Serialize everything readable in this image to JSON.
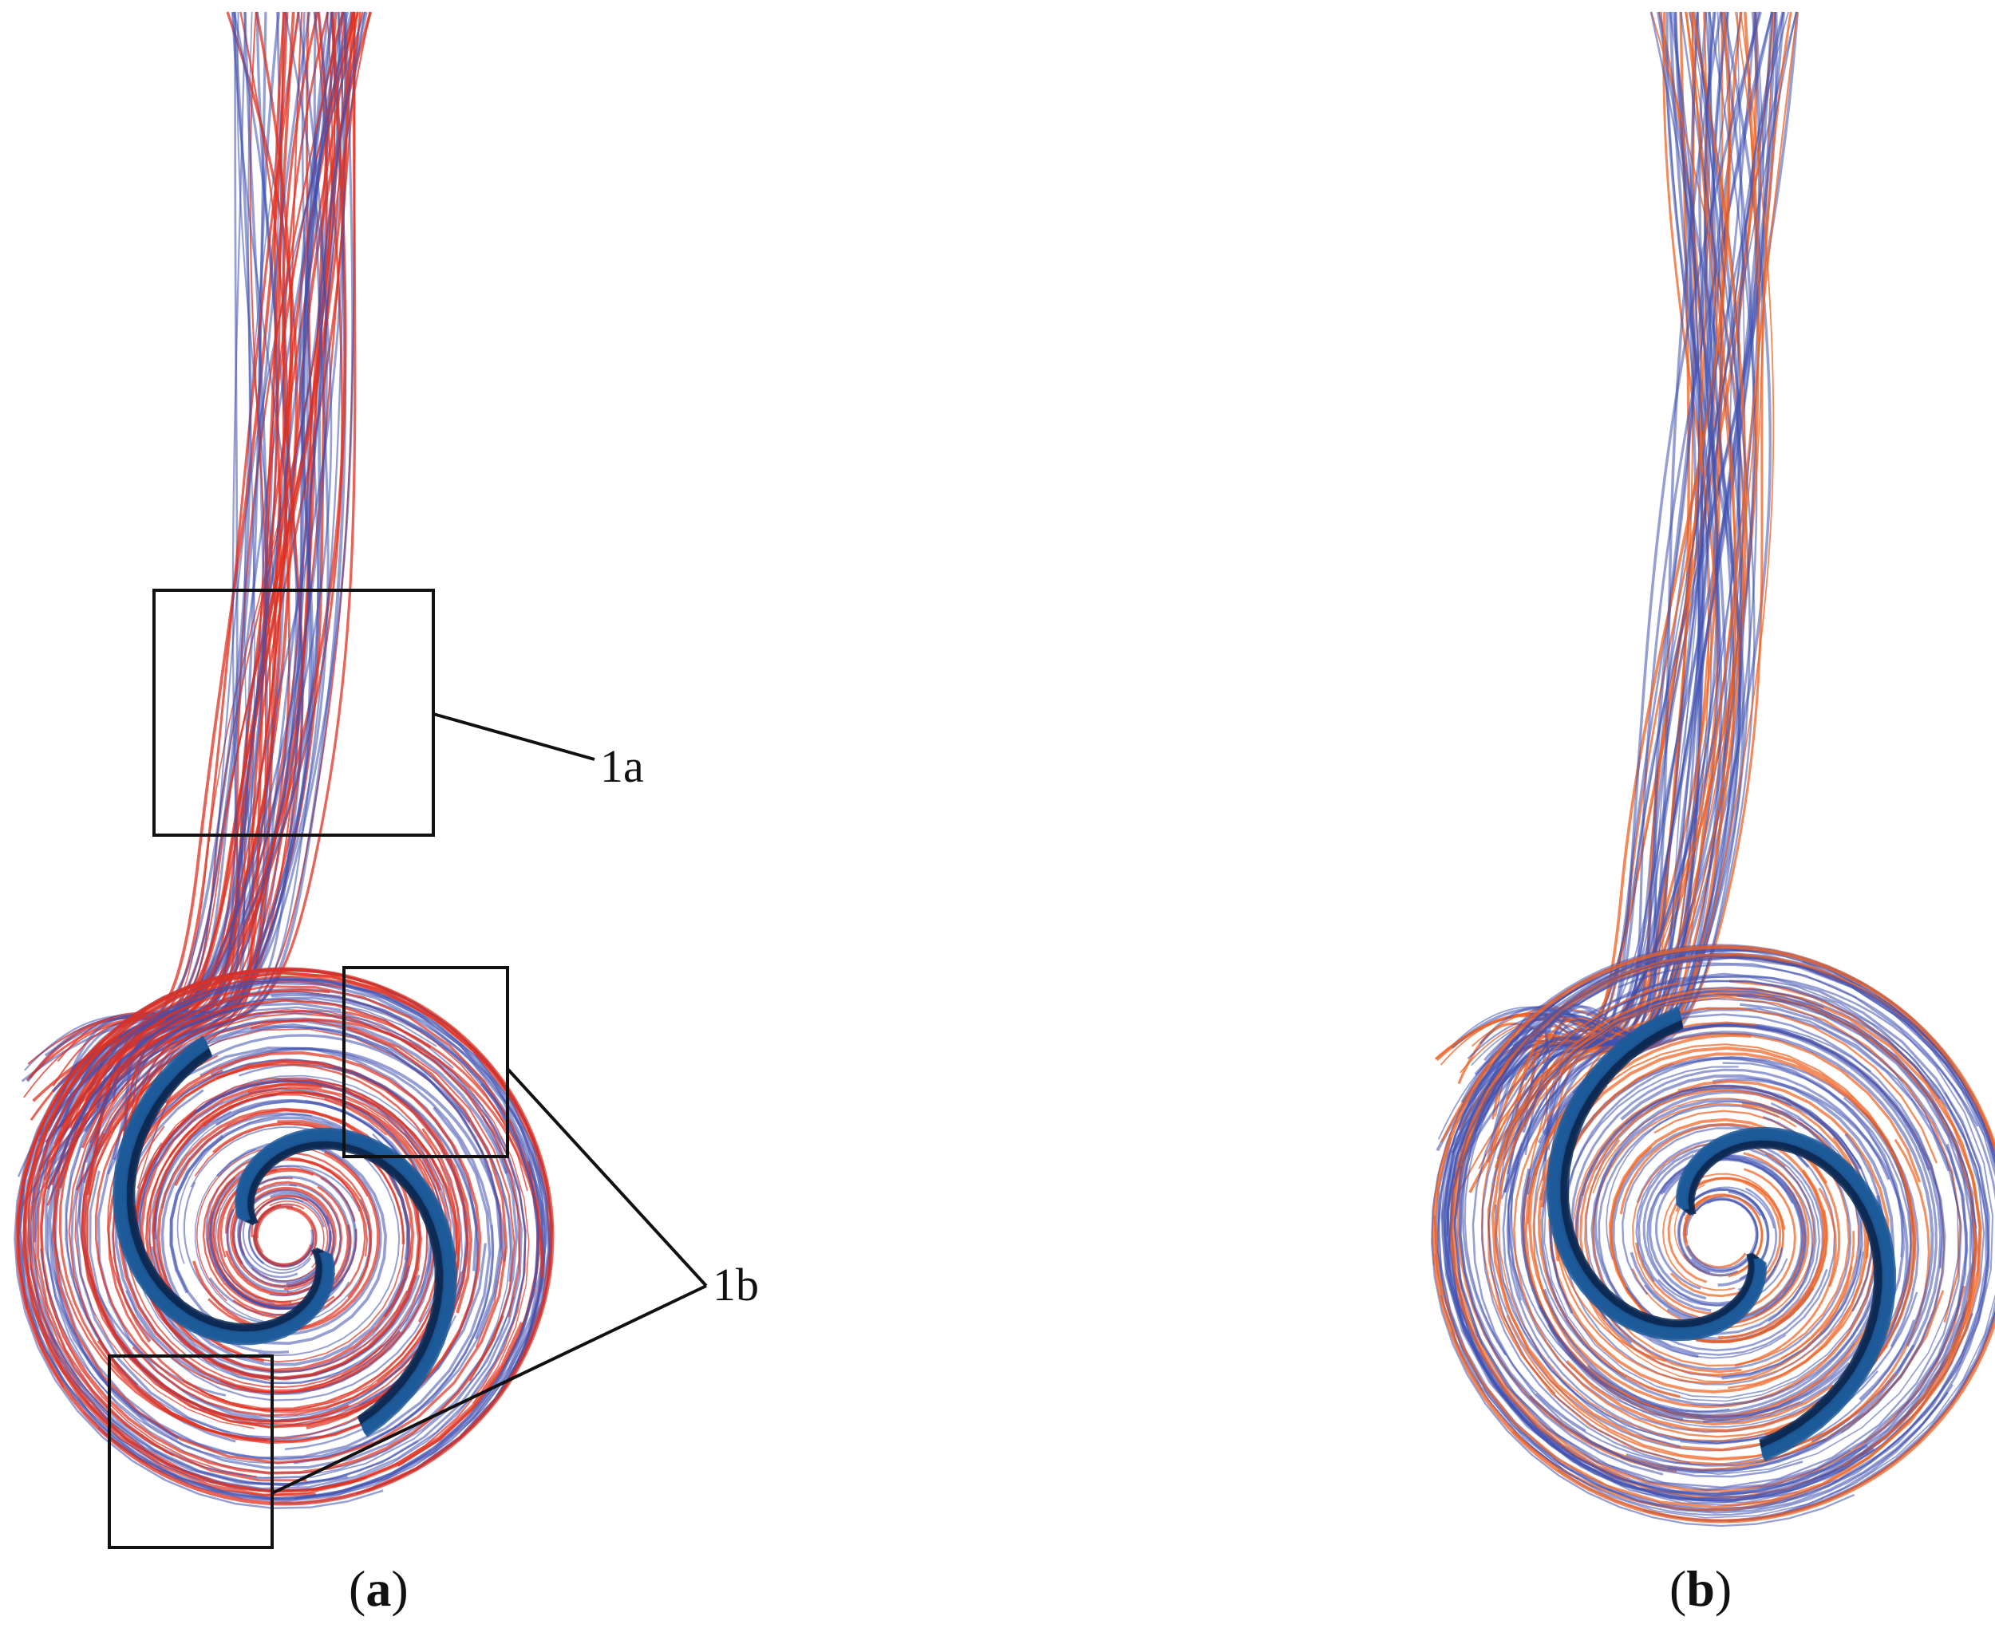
{
  "panel_a": {
    "caption_open": "(",
    "caption_letter": "a",
    "caption_close": ")",
    "callout_1a": "1a",
    "callout_1b": "1b"
  },
  "panel_b": {
    "caption_open": "(",
    "caption_letter": "b",
    "caption_close": ")"
  },
  "colors": {
    "red_streak": "#e03020",
    "orange_streak": "#f06020",
    "blue_streak": "#4050b0",
    "impeller_dark": "#0d2a55",
    "impeller_mid": "#1d5a9a",
    "impeller_light": "#2a8ad0",
    "box_stroke": "#111111"
  }
}
